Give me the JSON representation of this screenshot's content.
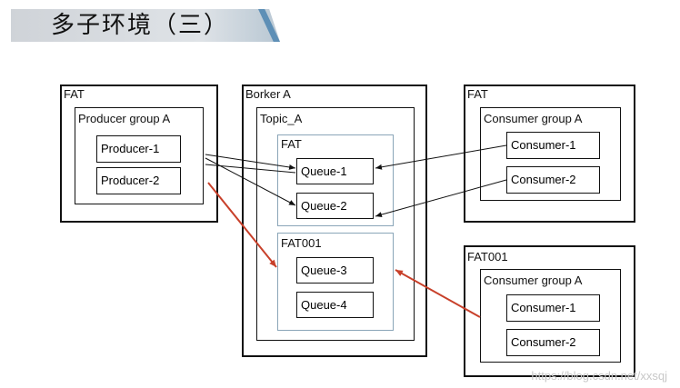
{
  "slide": {
    "title": "多子环境（三）",
    "watermark": "https://blog.csdn.net/xxsqj"
  },
  "left_top": {
    "env": "FAT",
    "group": "Producer group A",
    "producers": [
      "Producer-1",
      "Producer-2"
    ]
  },
  "broker": {
    "name": "Borker A",
    "topic": "Topic_A",
    "env_fat": {
      "label": "FAT",
      "queues": [
        "Queue-1",
        "Queue-2"
      ]
    },
    "env_fat001": {
      "label": "FAT001",
      "queues": [
        "Queue-3",
        "Queue-4"
      ]
    }
  },
  "right_top": {
    "env": "FAT",
    "group": "Consumer group A",
    "consumers": [
      "Consumer-1",
      "Consumer-2"
    ]
  },
  "right_bottom": {
    "env": "FAT001",
    "group": "Consumer group A",
    "consumers": [
      "Consumer-1",
      "Consumer-2"
    ]
  },
  "colors": {
    "red_arrow": "#c8402a",
    "line": "#111111",
    "blue_border": "#8aa5b8"
  }
}
